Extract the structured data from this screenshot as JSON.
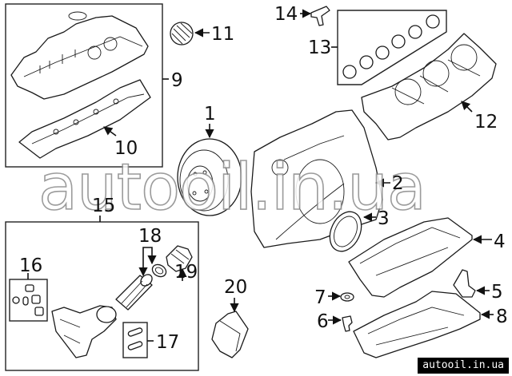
{
  "diagram": {
    "subject": "Engine parts exploded view",
    "callouts": [
      {
        "num": "1",
        "part": "vibration-damper"
      },
      {
        "num": "2",
        "part": "timing-cover"
      },
      {
        "num": "3",
        "part": "front-crankshaft-seal"
      },
      {
        "num": "4",
        "part": "upper-oil-pan"
      },
      {
        "num": "5",
        "part": "oil-level-sensor"
      },
      {
        "num": "6",
        "part": "drain-plug"
      },
      {
        "num": "7",
        "part": "drain-plug-washer"
      },
      {
        "num": "8",
        "part": "lower-oil-pan"
      },
      {
        "num": "9",
        "part": "valve-cover-assembly"
      },
      {
        "num": "10",
        "part": "valve-cover-gasket"
      },
      {
        "num": "11",
        "part": "oil-filler-cap"
      },
      {
        "num": "12",
        "part": "intake-manifold"
      },
      {
        "num": "13",
        "part": "intake-gasket-set"
      },
      {
        "num": "14",
        "part": "sensor"
      },
      {
        "num": "15",
        "part": "oil-filter-housing-assembly"
      },
      {
        "num": "16",
        "part": "housing-gasket-set"
      },
      {
        "num": "17",
        "part": "seal-kit"
      },
      {
        "num": "18",
        "part": "oil-filter-element-and-o-ring"
      },
      {
        "num": "19",
        "part": "filter-cap"
      },
      {
        "num": "20",
        "part": "cover"
      }
    ]
  },
  "watermark": {
    "text": "autooil.in.ua"
  },
  "footer_badge": {
    "text": "autooil.in.ua"
  }
}
